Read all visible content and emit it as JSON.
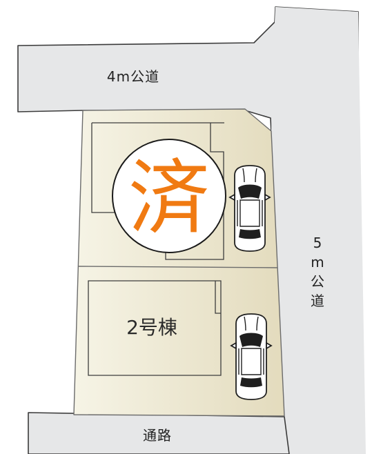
{
  "roads": {
    "top": {
      "label": "4m公道"
    },
    "right": {
      "label": "5m公道",
      "chars": [
        "5",
        "m",
        "公",
        "道"
      ]
    },
    "bottom": {
      "label": "通路"
    }
  },
  "lots": {
    "building_2": {
      "label": "2号棟"
    }
  },
  "stamp": {
    "text": "済",
    "color": "#f07a12"
  },
  "icons": [
    "car-icon",
    "car-icon"
  ],
  "colors": {
    "road": "#e6e7e8",
    "lot_light": "#f7f5e8",
    "lot_dark": "#e4dcbf",
    "stamp": "#f07a12"
  }
}
